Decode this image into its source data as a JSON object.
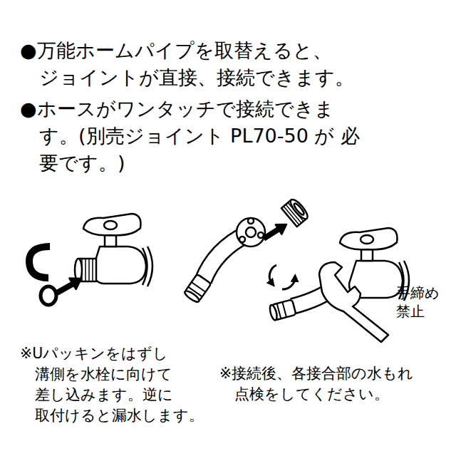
{
  "diagram": {
    "labels": [
      "●万能ホームパイプを取替えると、 ジョイントが直接、接続できます。",
      "●ホースがワンタッチで接続できま す。(別売ジョイント PL70-50 が 必要です。)",
      "手締め 禁止",
      "※Uパッキンをはずし 溝側を水栓に向けて 差し込みます。逆に 取付けると漏水します。",
      "※接続後、各接合部の水もれ 点検をしてください。"
    ]
  }
}
